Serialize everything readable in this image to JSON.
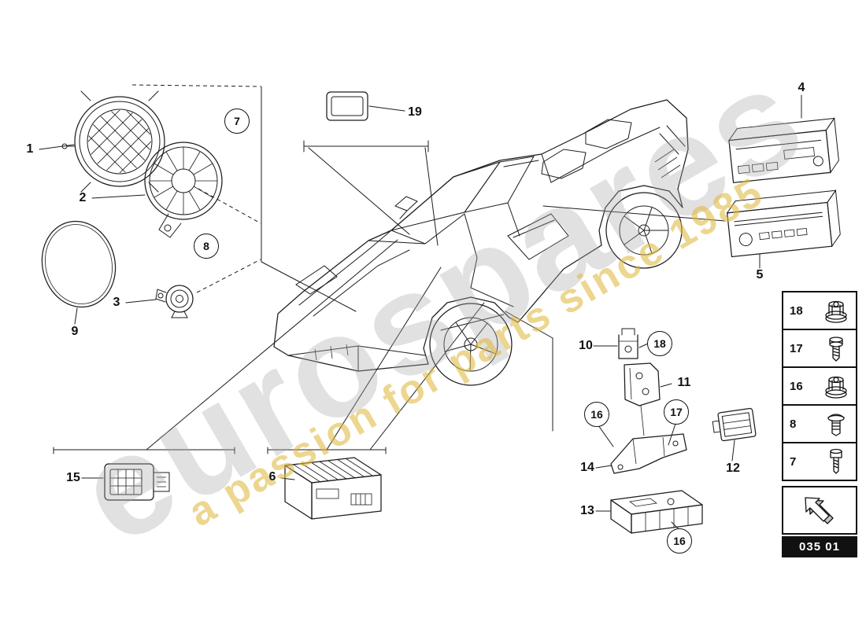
{
  "watermark": {
    "brand": "eurospares",
    "tagline": "a passion for parts since 1985"
  },
  "callouts": {
    "plain": [
      {
        "part": "1"
      },
      {
        "part": "2"
      },
      {
        "part": "3"
      },
      {
        "part": "9"
      },
      {
        "part": "19"
      },
      {
        "part": "4"
      },
      {
        "part": "5"
      },
      {
        "part": "10"
      },
      {
        "part": "11"
      },
      {
        "part": "12"
      },
      {
        "part": "14"
      },
      {
        "part": "13"
      },
      {
        "part": "15"
      },
      {
        "part": "6"
      }
    ],
    "circled": [
      {
        "part": "7"
      },
      {
        "part": "8"
      },
      {
        "part": "18"
      },
      {
        "part": "16"
      },
      {
        "part": "17"
      },
      {
        "part": "16"
      }
    ]
  },
  "fastener_table": {
    "rows": [
      {
        "number": "18",
        "icon": "flange-nut-icon"
      },
      {
        "number": "17",
        "icon": "hex-bolt-icon"
      },
      {
        "number": "16",
        "icon": "flange-nut-icon"
      },
      {
        "number": "8",
        "icon": "pan-screw-icon"
      },
      {
        "number": "7",
        "icon": "cheese-screw-icon"
      }
    ]
  },
  "footer": {
    "code": "035 01"
  }
}
